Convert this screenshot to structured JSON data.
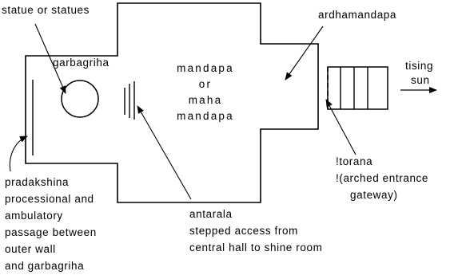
{
  "labels": {
    "statue": "statue or statues",
    "garbagriha": "garbagriha",
    "mandapa": [
      "mandapa",
      "or",
      "maha",
      "mandapa"
    ],
    "ardhamandapa": "ardhamandapa",
    "rising_sun": [
      "tising",
      "sun"
    ],
    "torana": [
      "!torana",
      "!(arched entrance",
      "gateway)"
    ],
    "pradakshina": [
      "pradakshina",
      "processional and",
      "ambulatory",
      "passage between",
      "outer wall",
      "and garbagriha"
    ],
    "antarala": [
      "antarala",
      "stepped access from",
      "central hall to shine room"
    ]
  }
}
